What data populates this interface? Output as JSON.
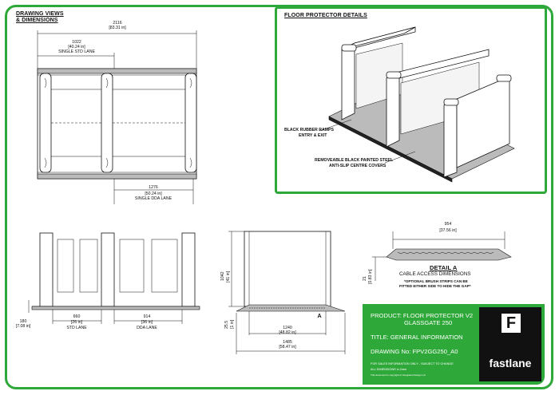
{
  "headings": {
    "drawing_views": "DRAWING VIEWS",
    "dimensions": "& DIMENSIONS",
    "floor_protector": "FLOOR PROTECTOR DETAILS"
  },
  "dims": {
    "overall_mm": "2116",
    "overall_in": "[83.31 in]",
    "std_mm": "1022",
    "std_in": "[40.24 in]",
    "std_label": "SINGLE STD LANE",
    "dda_mm": "1276",
    "dda_in": "[50.24 in]",
    "dda_label": "SINGLE DDA LANE",
    "h180_mm": "180",
    "h180_in": "[7.08 in]",
    "std660_mm": "660",
    "std660_in": "[26 in]",
    "std_lane": "STD LANE",
    "dda914_mm": "914",
    "dda914_in": "[36 in]",
    "dda_lane": "DDA LANE",
    "height_mm": "1042",
    "height_in": "[41 in]",
    "ramp_mm": "25.5",
    "ramp_in": "[1 in]",
    "w1240_mm": "1240",
    "w1240_in": "[48.82 in]",
    "w1485_mm": "1485",
    "w1485_in": "[58.47 in]",
    "detail_a_marker": "A",
    "d954_mm": "954",
    "d954_in": "[37.56 in]",
    "d21_mm": "21",
    "d21_in": "[0.83 in]"
  },
  "notes": {
    "rubber_1": "BLACK RUBBER RAMPS",
    "rubber_2": "ENTRY & EXIT",
    "steel_1": "REMOVEABLE BLACK PAINTED STEEL",
    "steel_2": "ANTI-SLIP CENTRE COVERS",
    "detail_title": "DETAIL A",
    "detail_sub": "CABLE ACCESS DIMENSIONS",
    "detail_note_1": "*OPTIONAL BRUSH STRIPS CAN BE",
    "detail_note_2": "FITTED EITHER SIDE TO HIDE THE GAP*"
  },
  "title_block": {
    "product_1": "PRODUCT:  FLOOR PROTECTOR V2",
    "product_2": "GLASSGATE 250",
    "title": "TITLE: GENERAL INFORMATION",
    "drawing": "DRAWING No: FPV2GG250_A0",
    "fine_1": "FOR SALES INFORMATION ONLY - SUBJECT TO CHANGE",
    "fine_2": "ALL DIMENSIONS in 2mm",
    "fine_3": "This document is copyright of Integrated Design Ltd",
    "logo_letter": "F",
    "logo_word": "fastlane"
  },
  "colors": {
    "brand_green": "#2fa83a",
    "logo_black": "#111111"
  }
}
